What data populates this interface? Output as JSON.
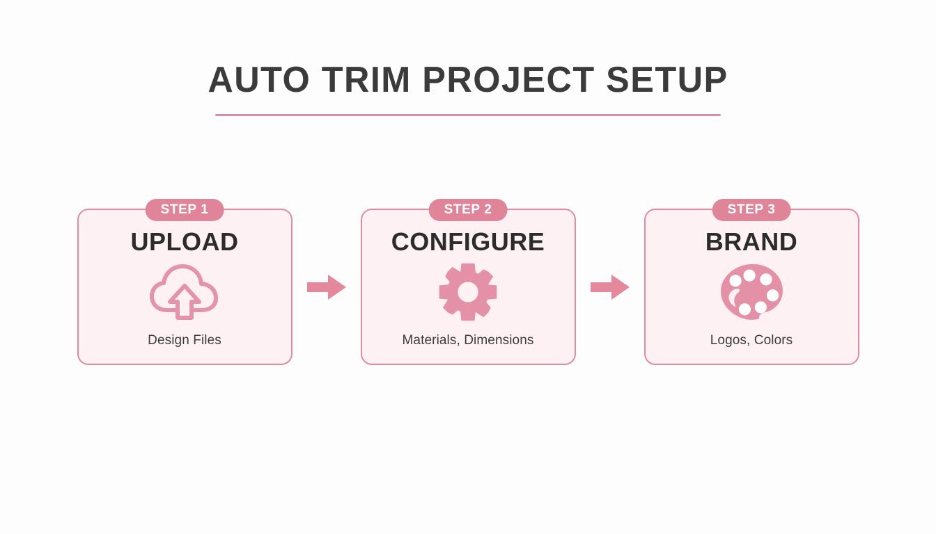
{
  "page": {
    "title": "AUTO TRIM PROJECT SETUP",
    "background_color": "#fdfdfd",
    "accent_color": "#e08499",
    "card_border_color": "#dd8da3",
    "card_fill_color": "#fdf1f4",
    "title_color": "#3b3b3b"
  },
  "steps": [
    {
      "badge": "STEP 1",
      "title": "UPLOAD",
      "caption": "Design Files",
      "icon": "cloud-upload-icon"
    },
    {
      "badge": "STEP 2",
      "title": "CONFIGURE",
      "caption": "Materials, Dimensions",
      "icon": "gear-icon"
    },
    {
      "badge": "STEP 3",
      "title": "BRAND",
      "caption": "Logos, Colors",
      "icon": "palette-icon"
    }
  ],
  "connectors": [
    {
      "icon": "arrow-right-icon"
    },
    {
      "icon": "arrow-right-icon"
    }
  ]
}
